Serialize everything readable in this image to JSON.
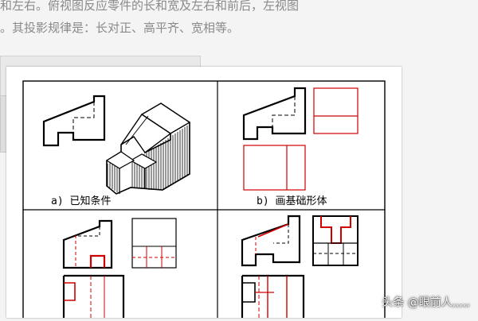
{
  "article": {
    "line1": "和左右。俯视图反应零件的长和宽及左右和前后，左视图",
    "line2": "。其投影规律是：长对正、高平齐、宽相等。"
  },
  "figure": {
    "panel_a_caption": "a) 已知条件",
    "panel_b_caption": "b) 画基础形体"
  },
  "watermark": "头条 @眼前人,,,,,",
  "colors": {
    "line": "#000000",
    "construction": "#d00000",
    "page": "#f4f4f4"
  }
}
